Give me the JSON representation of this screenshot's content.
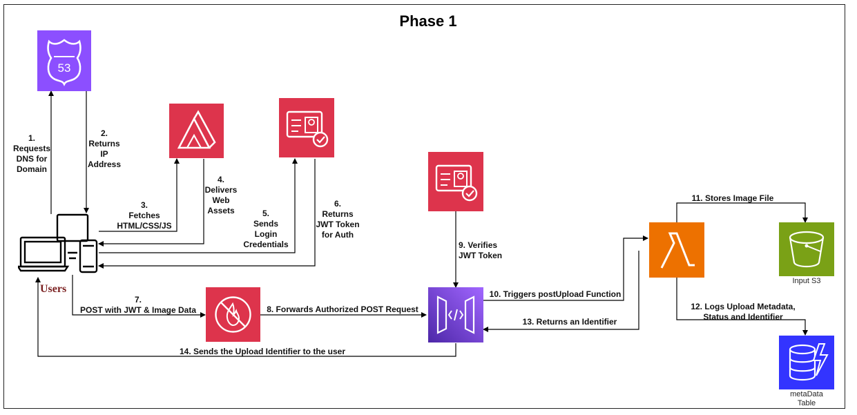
{
  "diagram": {
    "title": "Phase 1",
    "users_label": "Users",
    "services": {
      "route53": {
        "icon": "route53-icon",
        "badge": "53",
        "color": "#8c4fff"
      },
      "amplify": {
        "icon": "amplify-icon",
        "color": "#dd344c"
      },
      "cognito_top": {
        "icon": "cognito-icon",
        "color": "#dd344c"
      },
      "cognito_mid": {
        "icon": "cognito-icon",
        "color": "#dd344c"
      },
      "waf": {
        "icon": "waf-icon",
        "color": "#dd344c"
      },
      "api_gateway": {
        "icon": "api-gateway-icon",
        "color": "#8c4fff"
      },
      "lambda": {
        "icon": "lambda-icon",
        "color": "#ed7100"
      },
      "s3": {
        "icon": "s3-bucket-icon",
        "color": "#7aa116",
        "caption": "Input S3"
      },
      "dynamodb": {
        "icon": "dynamodb-icon",
        "color": "#3334ff",
        "caption": "metaData\nTable"
      }
    },
    "steps": [
      {
        "id": "1",
        "label": "1.\nRequests\nDNS for\nDomain"
      },
      {
        "id": "2",
        "label": "2.\nReturns\nIP\nAddress"
      },
      {
        "id": "3",
        "label": "3.\nFetches\nHTML/CSS/JS"
      },
      {
        "id": "4",
        "label": "4.\nDelivers\nWeb\nAssets"
      },
      {
        "id": "5",
        "label": "5.\nSends\nLogin\nCredentials"
      },
      {
        "id": "6",
        "label": "6.\nReturns\nJWT Token\nfor Auth"
      },
      {
        "id": "7",
        "label": "7.\nPOST with JWT & Image Data"
      },
      {
        "id": "8",
        "label": "8. Forwards Authorized POST Request"
      },
      {
        "id": "9",
        "label": "9. Verifies\nJWT Token"
      },
      {
        "id": "10",
        "label": "10. Triggers postUpload Function"
      },
      {
        "id": "11",
        "label": "11. Stores Image File"
      },
      {
        "id": "12",
        "label": "12. Logs Upload Metadata,\nStatus and Identifier"
      },
      {
        "id": "13",
        "label": "13. Returns an Identifier"
      },
      {
        "id": "14",
        "label": "14. Sends the Upload Identifier to the user"
      }
    ]
  }
}
